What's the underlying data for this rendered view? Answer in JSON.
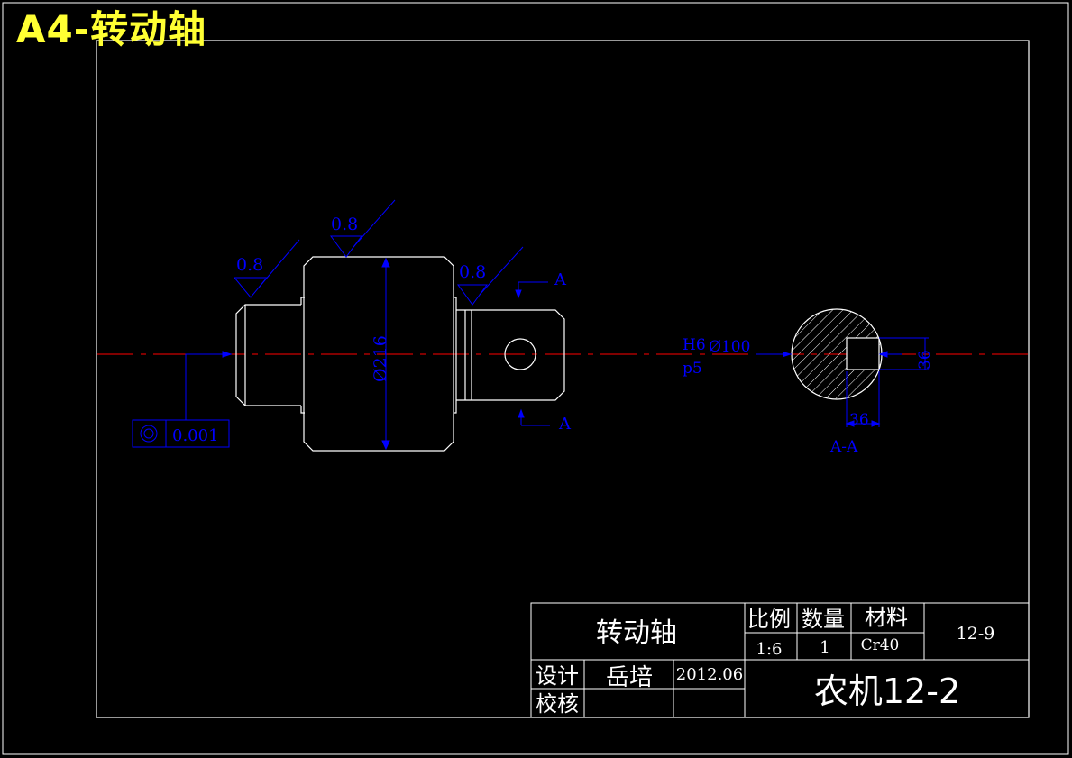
{
  "header": {
    "title": "A4-转动轴"
  },
  "annotations": {
    "roughness_left": "0.8",
    "roughness_top": "0.8",
    "roughness_right": "0.8",
    "section_mark_top": "A",
    "section_mark_bottom": "A",
    "diameter_main": "Ø216",
    "concentricity_value": "0.001",
    "fit_upper": "H6",
    "fit_lower": "p5",
    "diameter_shaft": "Ø100",
    "key_height": "36",
    "key_width": "36",
    "section_label": "A-A"
  },
  "title_block": {
    "part_name": "转动轴",
    "scale_header": "比例",
    "quantity_header": "数量",
    "material_header": "材料",
    "scale_value": "1:6",
    "quantity_value": "1",
    "material_value": "Cr40",
    "drawing_number": "12-9",
    "design_label": "设计",
    "designer": "岳培",
    "date": "2012.06",
    "check_label": "校核",
    "organization": "农机12-2"
  },
  "colors": {
    "background": "#000000",
    "border": "#ffffff",
    "geometry": "#ffffff",
    "dimension": "#0000ff",
    "centerline": "#ff0000",
    "title_overlay": "#ffff33"
  }
}
